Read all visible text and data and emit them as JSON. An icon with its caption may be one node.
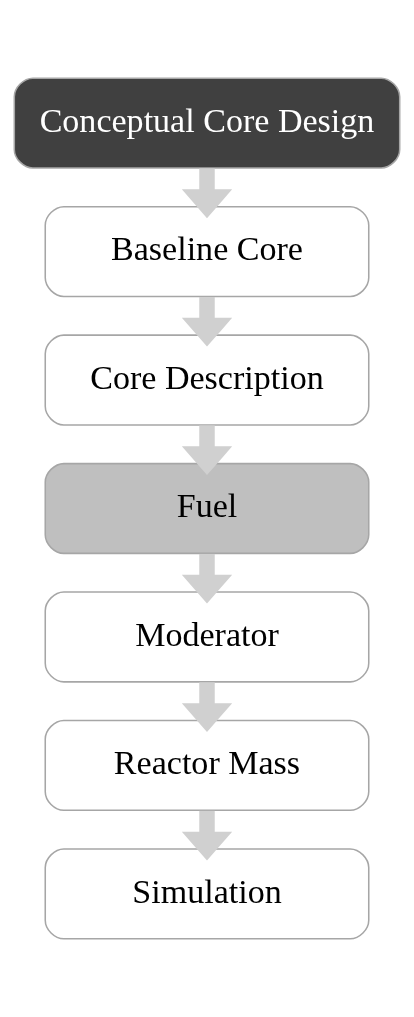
{
  "diagram": {
    "nodes": [
      {
        "text": [
          "Conceptual Core Design"
        ]
      },
      {
        "text": [
          "Baseline Core"
        ]
      },
      {
        "text": [
          "Core Description"
        ]
      },
      {
        "text": [
          "Fuel"
        ]
      },
      {
        "text": [
          "Moderator"
        ]
      },
      {
        "text": [
          "Reactor Mass"
        ]
      },
      {
        "text": [
          "Simulation"
        ]
      }
    ],
    "edges": [
      {
        "from": 0,
        "to": 1,
        "arrow": "to"
      },
      {
        "from": 1,
        "to": 2,
        "arrow": "to"
      },
      {
        "from": 2,
        "to": 3,
        "arrow": "to"
      },
      {
        "from": 3,
        "to": 4,
        "arrow": "to"
      },
      {
        "from": 4,
        "to": 5,
        "arrow": "to"
      },
      {
        "from": 5,
        "to": 6,
        "arrow": "to"
      }
    ]
  }
}
